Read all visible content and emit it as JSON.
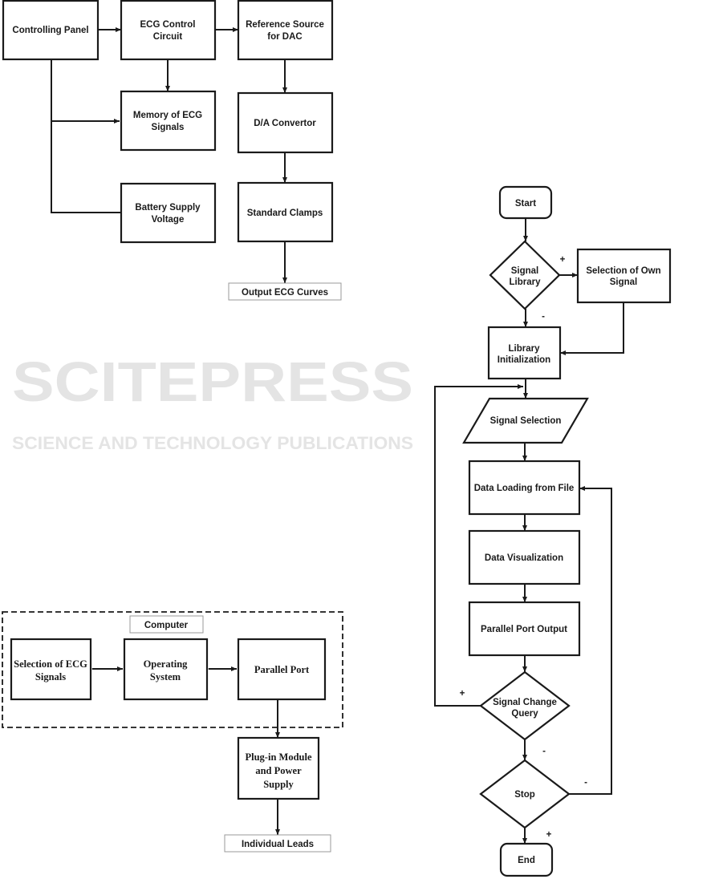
{
  "watermark": {
    "title": "SCITEPRESS",
    "subtitle": "SCIENCE AND TECHNOLOGY PUBLICATIONS"
  },
  "block_diagram": {
    "controlling_panel": "Controlling Panel",
    "ecg_control": [
      "ECG Control",
      "Circuit"
    ],
    "reference_source": [
      "Reference Source",
      "for DAC"
    ],
    "memory": [
      "Memory of ECG",
      "Signals"
    ],
    "da_convertor": "D/A Convertor",
    "battery": [
      "Battery Supply",
      "Voltage"
    ],
    "clamps": "Standard Clamps",
    "output": "Output ECG Curves"
  },
  "computer_diagram": {
    "computer": "Computer",
    "selection": [
      "Selection of ECG",
      "Signals"
    ],
    "os": [
      "Operating",
      "System"
    ],
    "parallel_port": "Parallel Port",
    "plugin": [
      "Plug-in Module",
      "and Power",
      "Supply"
    ],
    "leads": "Individual Leads"
  },
  "flowchart": {
    "start": "Start",
    "signal_library": [
      "Signal",
      "Library"
    ],
    "own_signal": [
      "Selection of Own",
      "Signal"
    ],
    "library_init": [
      "Library",
      "Initialization"
    ],
    "signal_selection": "Signal Selection",
    "data_loading": "Data Loading from File",
    "data_vis": "Data Visualization",
    "parallel_output": "Parallel Port Output",
    "change_query": [
      "Signal Change",
      "Query"
    ],
    "stop": "Stop",
    "end": "End",
    "plus": "+",
    "minus": "-"
  }
}
